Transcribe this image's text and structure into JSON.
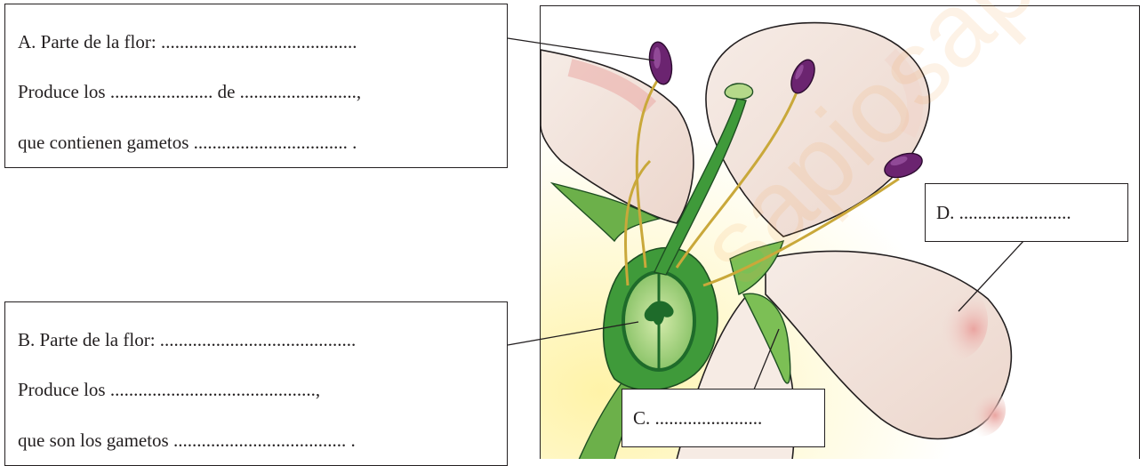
{
  "box_a": {
    "line1": "A. Parte de la flor: ..........................................",
    "line2": "Produce los ...................... de .........................,",
    "line3": "que contienen gametos ................................. ."
  },
  "box_b": {
    "line1": "B. Parte de la flor: ..........................................",
    "line2": "Produce los ............................................,",
    "line3": "que son los gametos ..................................... ."
  },
  "label_c": "C.  .......................",
  "label_d": "D.  ........................",
  "watermark": "sapiosapiens.es",
  "colors": {
    "border": "#231f20",
    "petal": "#f4e6df",
    "petal_blush": "#e8a4a0",
    "stem_green": "#3f9a3a",
    "dark_green": "#1e6b2a",
    "light_green": "#b5d98a",
    "anther": "#6b2470",
    "filament": "#d8c24a",
    "background_glow": "#fff6b8"
  }
}
